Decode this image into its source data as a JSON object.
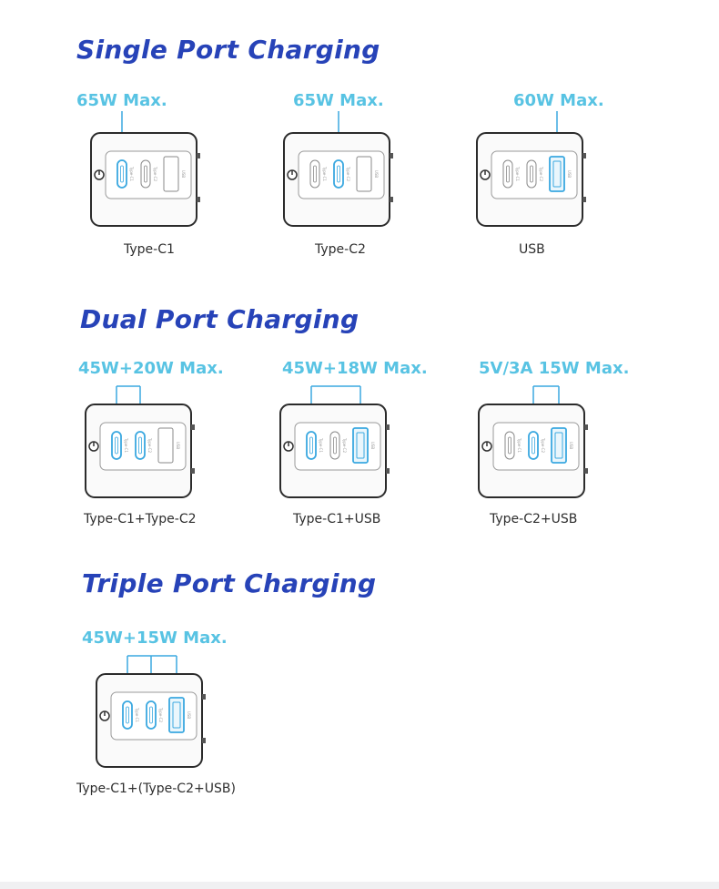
{
  "sections": {
    "single": {
      "title": "Single Port Charging",
      "items": [
        {
          "max": "65W Max.",
          "caption": "Type-C1",
          "active": [
            "c1"
          ]
        },
        {
          "max": "65W Max.",
          "caption": "Type-C2",
          "active": [
            "c2"
          ]
        },
        {
          "max": "60W Max.",
          "caption": "USB",
          "active": [
            "usb"
          ]
        }
      ]
    },
    "dual": {
      "title": "Dual Port Charging",
      "items": [
        {
          "max": "45W+20W Max.",
          "caption": "Type-C1+Type-C2",
          "active": [
            "c1",
            "c2"
          ]
        },
        {
          "max": "45W+18W Max.",
          "caption": "Type-C1+USB",
          "active": [
            "c1",
            "usb"
          ]
        },
        {
          "max": "5V/3A 15W Max.",
          "caption": "Type-C2+USB",
          "active": [
            "c2",
            "usb"
          ]
        }
      ]
    },
    "triple": {
      "title": "Triple Port Charging",
      "items": [
        {
          "max": "45W+15W Max.",
          "caption": "Type-C1+(Type-C2+USB)",
          "active": [
            "c1",
            "c2",
            "usb"
          ]
        }
      ]
    }
  },
  "port_labels": {
    "c1": "Type-C1",
    "c2": "Type-C2",
    "usb": "USB"
  },
  "colors": {
    "title": "#2743b8",
    "max_light": "#58c3e3",
    "max_dark": "#2b8ec9",
    "active_port": "#3aa8e0",
    "body_stroke": "#2b2b2b"
  }
}
